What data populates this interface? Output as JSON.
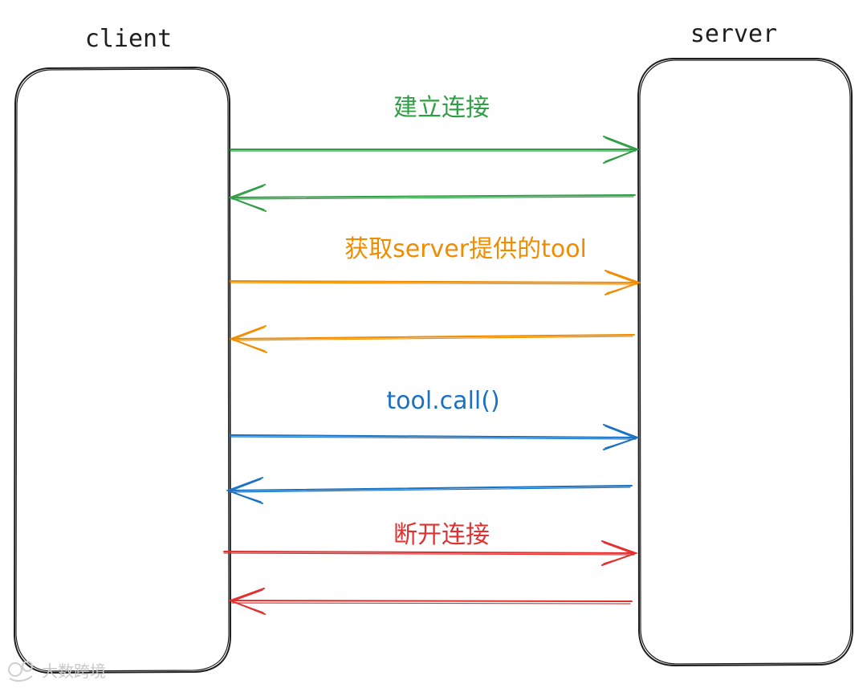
{
  "participants": {
    "client": "client",
    "server": "server"
  },
  "colors": {
    "connect": "#2f9e44",
    "tools": "#f08c00",
    "call": "#1971c2",
    "disconnect": "#e03131",
    "outline": "#1e1e1e"
  },
  "messages": [
    {
      "id": "connect",
      "label": "建立连接"
    },
    {
      "id": "tools",
      "label": "获取server提供的tool"
    },
    {
      "id": "call",
      "label": "tool.call()"
    },
    {
      "id": "disconnect",
      "label": "断开连接"
    }
  ],
  "watermark": {
    "text": "大数跨境"
  }
}
